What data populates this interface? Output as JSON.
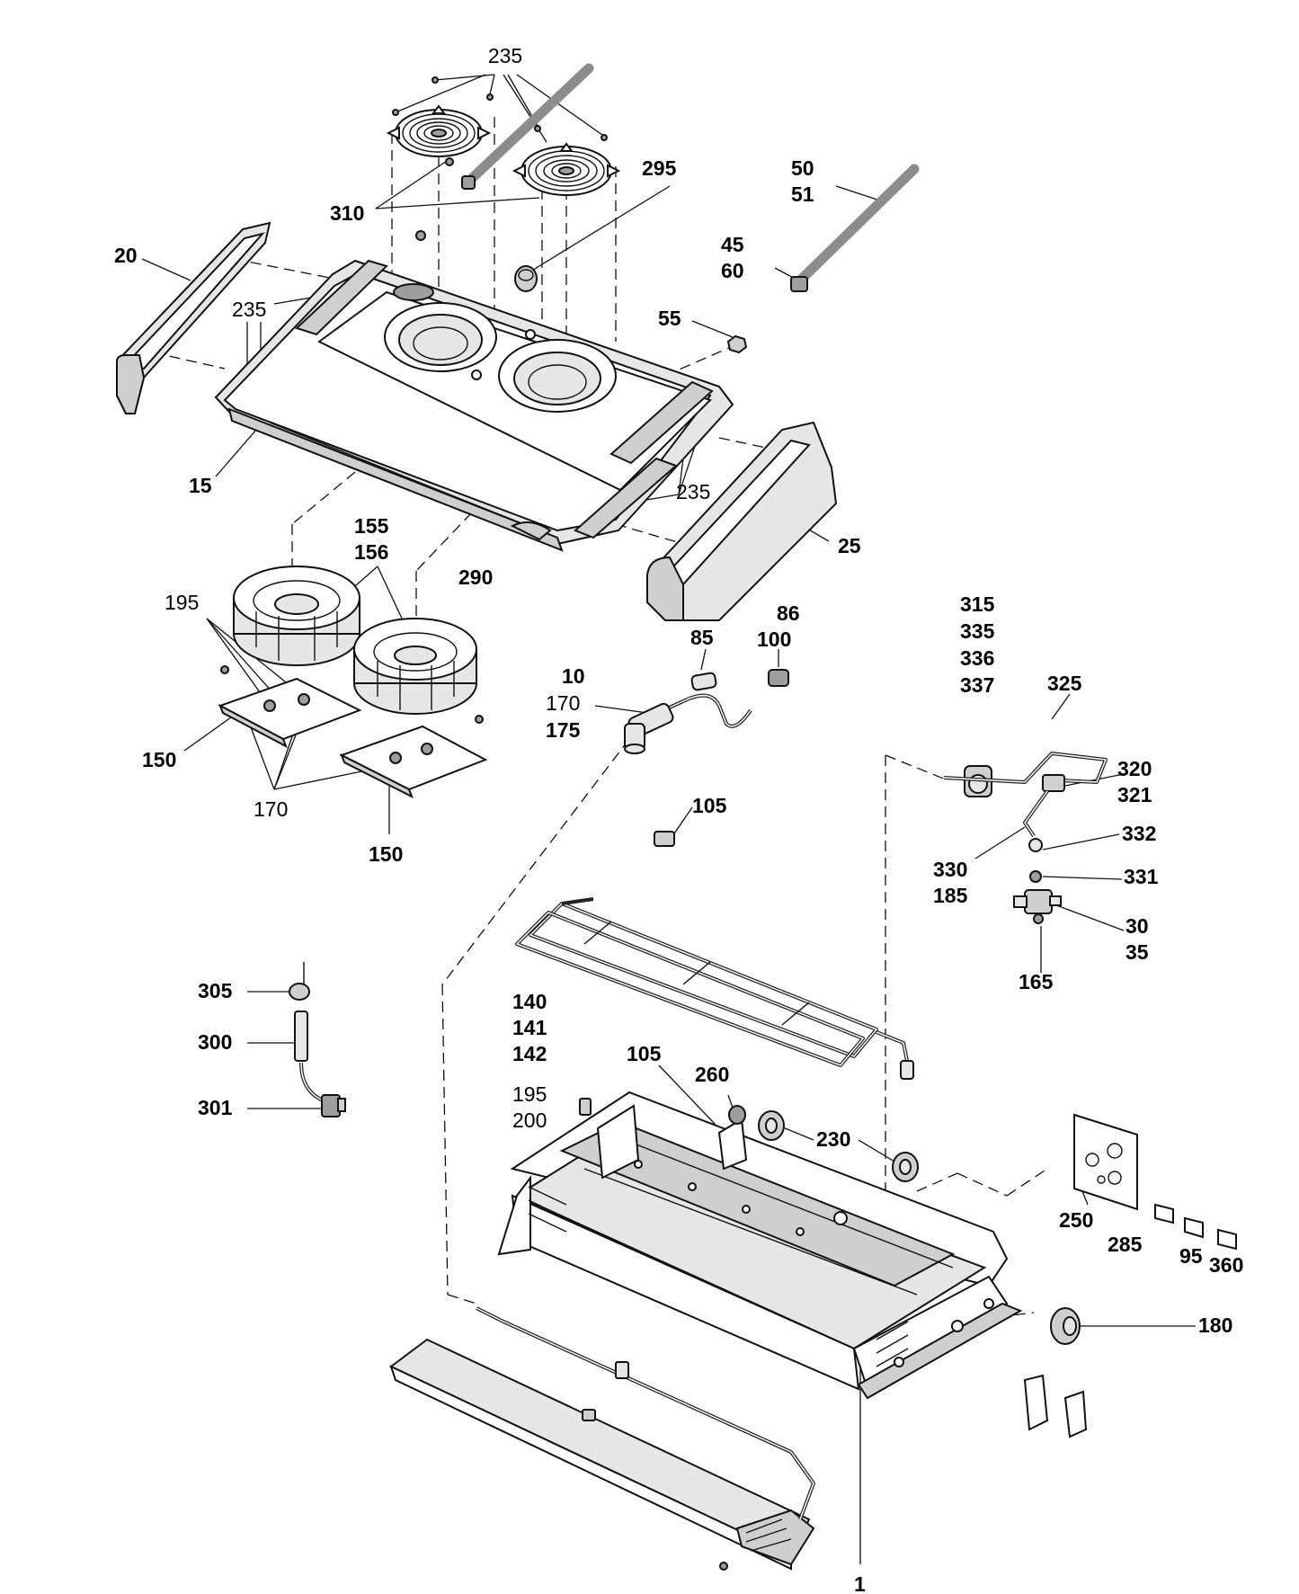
{
  "callouts": [
    {
      "id": "c235a",
      "lines": [
        "235"
      ],
      "bold": false
    },
    {
      "id": "c310",
      "lines": [
        "310"
      ],
      "bold": true
    },
    {
      "id": "c295",
      "lines": [
        "295"
      ],
      "bold": true
    },
    {
      "id": "c50",
      "lines": [
        "50",
        "51"
      ],
      "bold": true
    },
    {
      "id": "c20",
      "lines": [
        "20"
      ],
      "bold": true
    },
    {
      "id": "c235b",
      "lines": [
        "235"
      ],
      "bold": false
    },
    {
      "id": "c45",
      "lines": [
        "45",
        "60"
      ],
      "bold": true
    },
    {
      "id": "c55",
      "lines": [
        "55"
      ],
      "bold": true
    },
    {
      "id": "c15",
      "lines": [
        "15"
      ],
      "bold": true
    },
    {
      "id": "c235c",
      "lines": [
        "235"
      ],
      "bold": false
    },
    {
      "id": "c25",
      "lines": [
        "25"
      ],
      "bold": true
    },
    {
      "id": "c155",
      "lines": [
        "155",
        "156"
      ],
      "bold": true
    },
    {
      "id": "c290",
      "lines": [
        "290"
      ],
      "bold": true
    },
    {
      "id": "c195a",
      "lines": [
        "195"
      ],
      "bold": false
    },
    {
      "id": "c150a",
      "lines": [
        "150"
      ],
      "bold": true
    },
    {
      "id": "c170a",
      "lines": [
        "170"
      ],
      "bold": false
    },
    {
      "id": "c150b",
      "lines": [
        "150"
      ],
      "bold": true
    },
    {
      "id": "c86",
      "lines": [
        "86",
        "100"
      ],
      "bold": true
    },
    {
      "id": "c85",
      "lines": [
        "85"
      ],
      "bold": true
    },
    {
      "id": "c10",
      "lines": [
        "10"
      ],
      "bold": true
    },
    {
      "id": "c170b",
      "lines": [
        "170"
      ],
      "bold": false
    },
    {
      "id": "c175",
      "lines": [
        "175"
      ],
      "bold": true
    },
    {
      "id": "c315",
      "lines": [
        "315",
        "335",
        "336",
        "337"
      ],
      "bold": true
    },
    {
      "id": "c325",
      "lines": [
        "325"
      ],
      "bold": true
    },
    {
      "id": "c320",
      "lines": [
        "320",
        "321"
      ],
      "bold": true
    },
    {
      "id": "c332",
      "lines": [
        "332"
      ],
      "bold": true
    },
    {
      "id": "c330",
      "lines": [
        "330",
        "185"
      ],
      "bold": true
    },
    {
      "id": "c331",
      "lines": [
        "331"
      ],
      "bold": true
    },
    {
      "id": "c30",
      "lines": [
        "30",
        "35"
      ],
      "bold": true
    },
    {
      "id": "c165",
      "lines": [
        "165"
      ],
      "bold": true
    },
    {
      "id": "c105a",
      "lines": [
        "105"
      ],
      "bold": true
    },
    {
      "id": "c305",
      "lines": [
        "305"
      ],
      "bold": true
    },
    {
      "id": "c300",
      "lines": [
        "300"
      ],
      "bold": true
    },
    {
      "id": "c301",
      "lines": [
        "301"
      ],
      "bold": true
    },
    {
      "id": "c140",
      "lines": [
        "140",
        "141",
        "142"
      ],
      "bold": true
    },
    {
      "id": "c105b",
      "lines": [
        "105"
      ],
      "bold": true
    },
    {
      "id": "c260",
      "lines": [
        "260"
      ],
      "bold": true
    },
    {
      "id": "c195b",
      "lines": [
        "195",
        "200"
      ],
      "bold": false
    },
    {
      "id": "c230",
      "lines": [
        "230"
      ],
      "bold": true
    },
    {
      "id": "c250",
      "lines": [
        "250"
      ],
      "bold": true
    },
    {
      "id": "c285",
      "lines": [
        "285"
      ],
      "bold": true
    },
    {
      "id": "c95",
      "lines": [
        "95"
      ],
      "bold": true
    },
    {
      "id": "c360",
      "lines": [
        "360"
      ],
      "bold": true
    },
    {
      "id": "c180",
      "lines": [
        "180"
      ],
      "bold": true
    },
    {
      "id": "c1",
      "lines": [
        "1"
      ],
      "bold": true
    }
  ]
}
